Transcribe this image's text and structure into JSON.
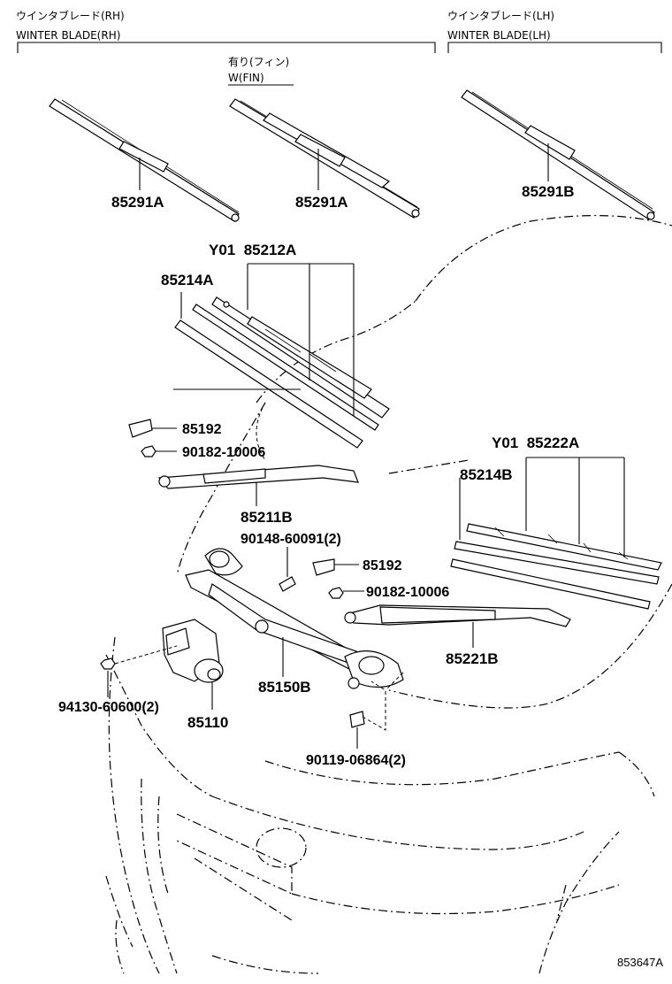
{
  "headers": {
    "rh_jp": "ウインタブレード(RH)",
    "rh_en": "WINTER BLADE(RH)",
    "lh_jp": "ウインタブレード(LH)",
    "lh_en": "WINTER BLADE(LH)",
    "fin_jp": "有り(フィン)",
    "fin_en": "W(FIN)"
  },
  "parts": {
    "p85291a_1": "85291A",
    "p85291a_2": "85291A",
    "p85291b": "85291B",
    "p85212a": "Y01  85212A",
    "p85214a": "85214A",
    "p85192_1": "85192",
    "p90182_1": "90182-10006",
    "p85211b": "85211B",
    "p90148": "90148-60091(2)",
    "p85222a": "Y01  85222A",
    "p85214b": "85214B",
    "p85192_2": "85192",
    "p90182_2": "90182-10006",
    "p85221b": "85221B",
    "p85150b": "85150B",
    "p94130": "94130-60600(2)",
    "p85110": "85110",
    "p90119": "90119-06864(2)"
  },
  "figure_ref": "853647A"
}
